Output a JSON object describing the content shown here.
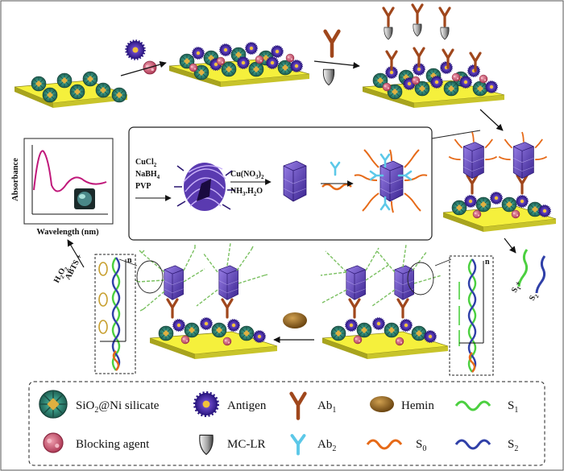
{
  "panel": {
    "axis_y": "Absorbance",
    "axis_x": "Wavelength (nm)"
  },
  "synthesis": {
    "reagent1": "CuCl",
    "reagent1_sub": "2",
    "reagent2": "NaBH",
    "reagent2_sub": "4",
    "reagent3": "PVP",
    "reagent4": "Cu(NO",
    "reagent4_sub": "3",
    "reagent4_close": ")",
    "reagent4_sub2": "2",
    "reagent5": "NH",
    "reagent5_sub": "3",
    "reagent5_tail": ".H",
    "reagent5_sub2": "2",
    "reagent5_end": "O"
  },
  "side": {
    "abts_line1": "ABTS +",
    "abts_line2": "H",
    "abts_line2_sub": "2",
    "abts_line2_mid": "O",
    "abts_line2_sub2": "2",
    "n_left": "n",
    "n_right": "n",
    "s1": "S",
    "s1_sub": "1",
    "s1_plus": "+",
    "s2": "S",
    "s2_sub": "2"
  },
  "legend": {
    "sio2": "SiO",
    "sio2_sub": "2",
    "sio2_rest": "@Ni silicate",
    "antigen": "Antigen",
    "ab1": "Ab",
    "ab1_sub": "1",
    "hemin": "Hemin",
    "s1": "S",
    "s1_sub": "1",
    "blocking": "Blocking agent",
    "mclr": "MC-LR",
    "ab2": "Ab",
    "ab2_sub": "2",
    "s0": "S",
    "s0_sub": "0",
    "s2": "S",
    "s2_sub": "2"
  },
  "colors": {
    "plate": "#f5f03c",
    "plate_side": "#a8a41e",
    "nanoflower_green": "#2f8a78",
    "nanoflower_core": "#d9a640",
    "antigen_purple": "#4a2aa8",
    "blocking_pink": "#d1607a",
    "ab1_brown": "#a0471c",
    "ab2_blue": "#5cc8e8",
    "hemin_brown": "#8f6418",
    "s1_green": "#4cd040",
    "s0_orange": "#e66a18",
    "s2_blue": "#3040a8",
    "cube_purple": "#6a4cc8",
    "spectrum_magenta": "#c0187a"
  },
  "icons": [
    "nanoflower-icon",
    "antigen-icon",
    "blocking-agent-icon",
    "ab1-icon",
    "ab2-icon",
    "mclr-icon",
    "hemin-icon",
    "nanocube-icon"
  ]
}
